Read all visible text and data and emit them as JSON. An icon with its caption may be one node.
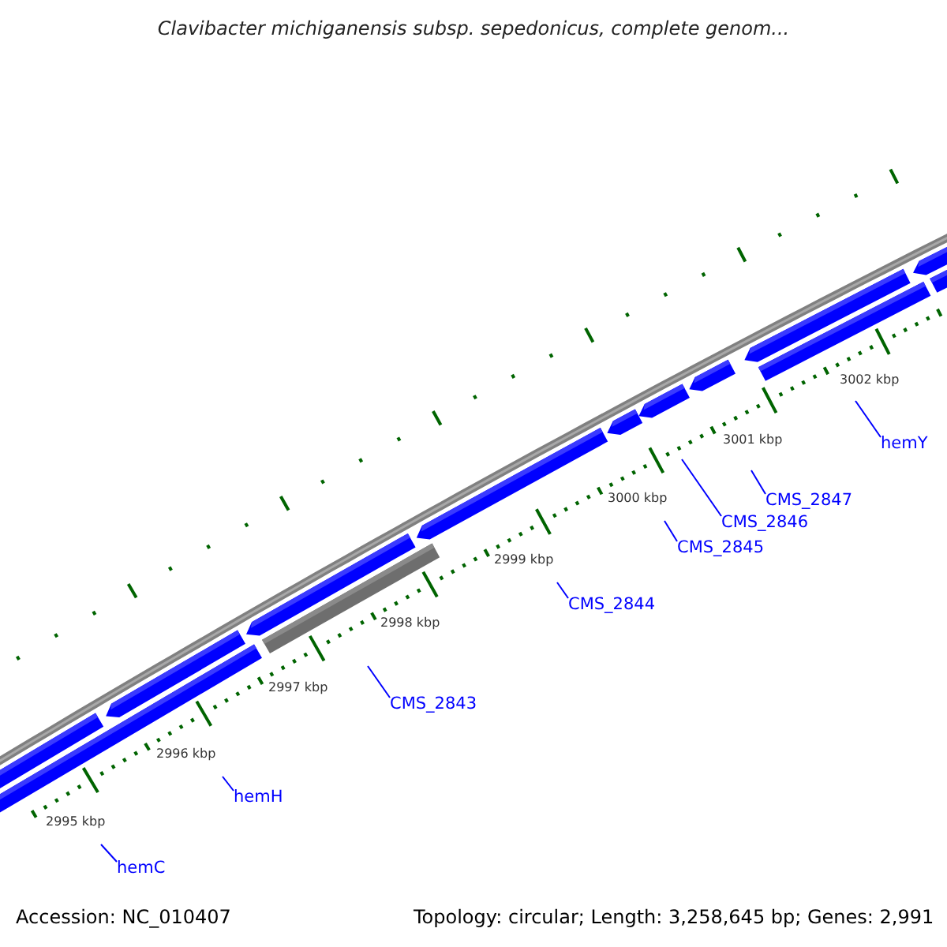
{
  "diagram": {
    "title": "Clavibacter michiganensis subsp. sepedonicus, complete genom...",
    "nodes": [
      {
        "text": [
          "hemC"
        ]
      },
      {
        "text": [
          "hemH"
        ]
      },
      {
        "text": [
          "CMS_2843"
        ]
      },
      {
        "text": [
          "CMS_2844"
        ]
      },
      {
        "text": [
          "CMS_2845"
        ]
      },
      {
        "text": [
          "CMS_2846"
        ]
      },
      {
        "text": [
          "CMS_2847"
        ]
      },
      {
        "text": [
          "hemY"
        ]
      }
    ],
    "edges": [
      {
        "from": 0,
        "to": null,
        "arrow": "none"
      },
      {
        "from": 1,
        "to": null,
        "arrow": "none"
      },
      {
        "from": 2,
        "to": null,
        "arrow": "none"
      },
      {
        "from": 3,
        "to": null,
        "arrow": "none"
      },
      {
        "from": 4,
        "to": null,
        "arrow": "none"
      },
      {
        "from": 5,
        "to": null,
        "arrow": "none"
      },
      {
        "from": 6,
        "to": null,
        "arrow": "none"
      },
      {
        "from": 7,
        "to": null,
        "arrow": "none"
      }
    ],
    "labels": [
      "2995 kbp",
      "2996 kbp",
      "2997 kbp",
      "2998 kbp",
      "2999 kbp",
      "3000 kbp",
      "3001 kbp",
      "3002 kbp",
      "Accession: NC_010407",
      "Topology: circular; Length: 3,258,645 bp; Genes: 2,991"
    ]
  }
}
